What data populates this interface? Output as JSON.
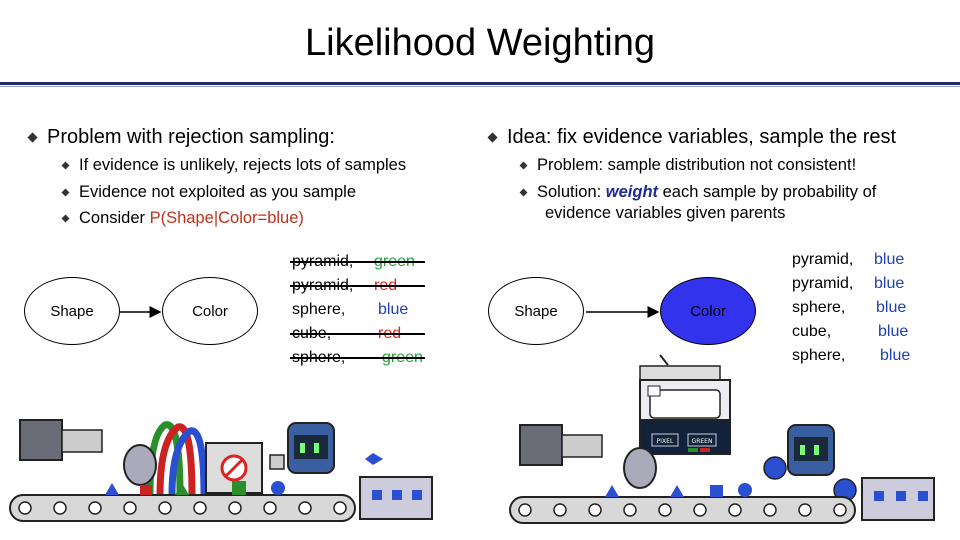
{
  "title": "Likelihood Weighting",
  "left": {
    "heading": "Problem with rejection sampling:",
    "bullets": [
      "If evidence is unlikely, rejects lots of samples",
      "Evidence not exploited as you sample"
    ],
    "consider_prefix": "Consider ",
    "consider_expr": "P(Shape|Color=blue)",
    "node_shape": "Shape",
    "node_color": "Color",
    "samples": [
      {
        "shape": "pyramid,",
        "color": "green",
        "rejected": true
      },
      {
        "shape": "pyramid,",
        "color": "red",
        "rejected": true
      },
      {
        "shape": "sphere,",
        "color": "blue",
        "rejected": false
      },
      {
        "shape": "cube,",
        "color": "red",
        "rejected": true
      },
      {
        "shape": "sphere,",
        "color": "green",
        "rejected": true
      }
    ]
  },
  "right": {
    "heading": "Idea: fix evidence variables, sample the rest",
    "bullet1": "Problem: sample distribution not consistent!",
    "bullet2_prefix": "Solution: ",
    "bullet2_em": "weight",
    "bullet2_rest": " each sample by probability of",
    "bullet2_line2": "evidence variables given parents",
    "node_shape": "Shape",
    "node_color": "Color",
    "samples": [
      {
        "shape": "pyramid,",
        "color": "blue"
      },
      {
        "shape": "pyramid,",
        "color": "blue"
      },
      {
        "shape": "sphere,",
        "color": "blue"
      },
      {
        "shape": "cube,",
        "color": "blue"
      },
      {
        "shape": "sphere,",
        "color": "blue"
      }
    ],
    "machine_buttons": [
      "PIXEL",
      "GREEN"
    ]
  },
  "colors": {
    "green": "#22a33a",
    "red": "#e0201a",
    "blue": "#1f3fb3",
    "evidence_node": "#3333ee",
    "heading_rule": "#1f2b6e"
  }
}
